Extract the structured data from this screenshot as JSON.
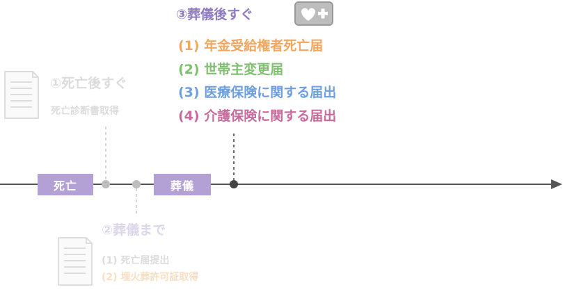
{
  "colors": {
    "axis": "#555555",
    "label_box": "#b3a0d4",
    "faded_text": "#dcdcdc",
    "faded_title_2": "#dcd7ea",
    "step3_title": "#8e7bc0",
    "item_orange": "#f2a65e",
    "item_green": "#7fc06f",
    "item_blue": "#6d9fe0",
    "item_pink": "#c86b9c",
    "item_small_orange": "#f8dfc2"
  },
  "timeline": {
    "death_label": "死亡",
    "funeral_label": "葬儀"
  },
  "step1": {
    "icon": "document-icon",
    "title": "①死亡後すぐ",
    "items": [
      "死亡診断書取得"
    ]
  },
  "step2": {
    "icon": "document-icon",
    "title": "②葬儀まで",
    "items": [
      "(1) 死亡届提出",
      "(2) 埋火葬許可証取得"
    ]
  },
  "step3": {
    "icon": "insurance-card-icon",
    "title": "③葬儀後すぐ",
    "items": [
      "(1) 年金受給権者死亡届",
      "(2) 世帯主変更届",
      "(3) 医療保険に関する届出",
      "(4) 介護保険に関する届出"
    ]
  }
}
